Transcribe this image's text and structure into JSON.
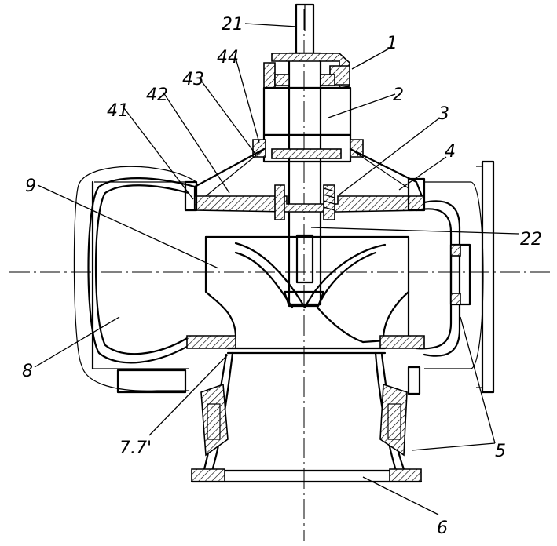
{
  "labels": {
    "l21": "21",
    "l1": "1",
    "l44": "44",
    "l43": "43",
    "l2": "2",
    "l42": "42",
    "l41": "41",
    "l3": "3",
    "l4": "4",
    "l9": "9",
    "l22": "22",
    "l8": "8",
    "l77": "7.7'",
    "l5": "5",
    "l6": "6"
  }
}
